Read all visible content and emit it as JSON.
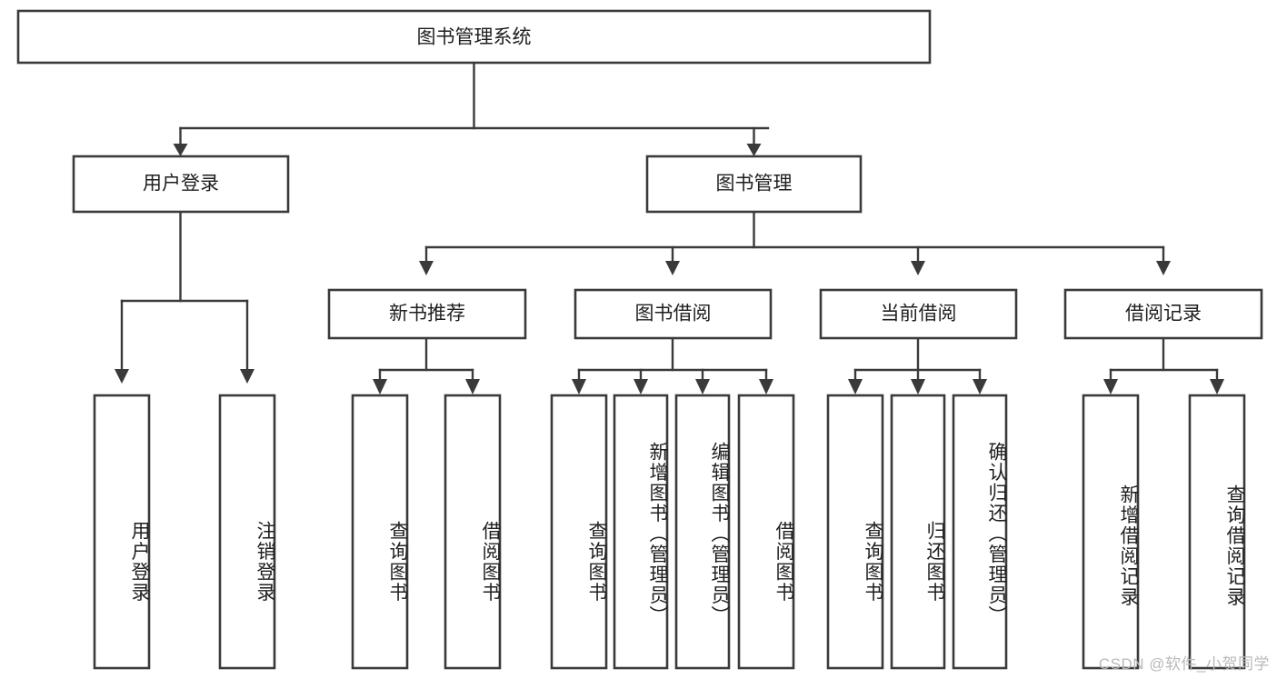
{
  "diagram": {
    "type": "tree-hierarchy",
    "title_node": "图书管理系统",
    "watermark": "CSDN @软件_小贺同学",
    "colors": {
      "background": "#ffffff",
      "box_fill": "#ffffff",
      "box_stroke": "#3a3a3a",
      "connector": "#3a3a3a",
      "text": "#1f1f1f",
      "watermark": "#b9b9b9"
    },
    "levels": {
      "root": {
        "label": "图书管理系统"
      },
      "level2": [
        {
          "label": "用户登录"
        },
        {
          "label": "图书管理"
        }
      ],
      "level3": [
        {
          "label": "新书推荐"
        },
        {
          "label": "图书借阅"
        },
        {
          "label": "当前借阅"
        },
        {
          "label": "借阅记录"
        }
      ],
      "leaves": [
        {
          "label": "用户登录",
          "parent": "用户登录"
        },
        {
          "label": "注销登录",
          "parent": "用户登录"
        },
        {
          "label": "查询图书",
          "parent": "新书推荐"
        },
        {
          "label": "借阅图书",
          "parent": "新书推荐"
        },
        {
          "label": "查询图书",
          "parent": "图书借阅"
        },
        {
          "label": "新增图书（管理员）",
          "parent": "图书借阅"
        },
        {
          "label": "编辑图书（管理员）",
          "parent": "图书借阅"
        },
        {
          "label": "借阅图书",
          "parent": "图书借阅"
        },
        {
          "label": "查询图书",
          "parent": "当前借阅"
        },
        {
          "label": "归还图书",
          "parent": "当前借阅"
        },
        {
          "label": "确认归还（管理员）",
          "parent": "当前借阅"
        },
        {
          "label": "新增借阅记录",
          "parent": "借阅记录"
        },
        {
          "label": "查询借阅记录",
          "parent": "借阅记录"
        }
      ]
    }
  }
}
